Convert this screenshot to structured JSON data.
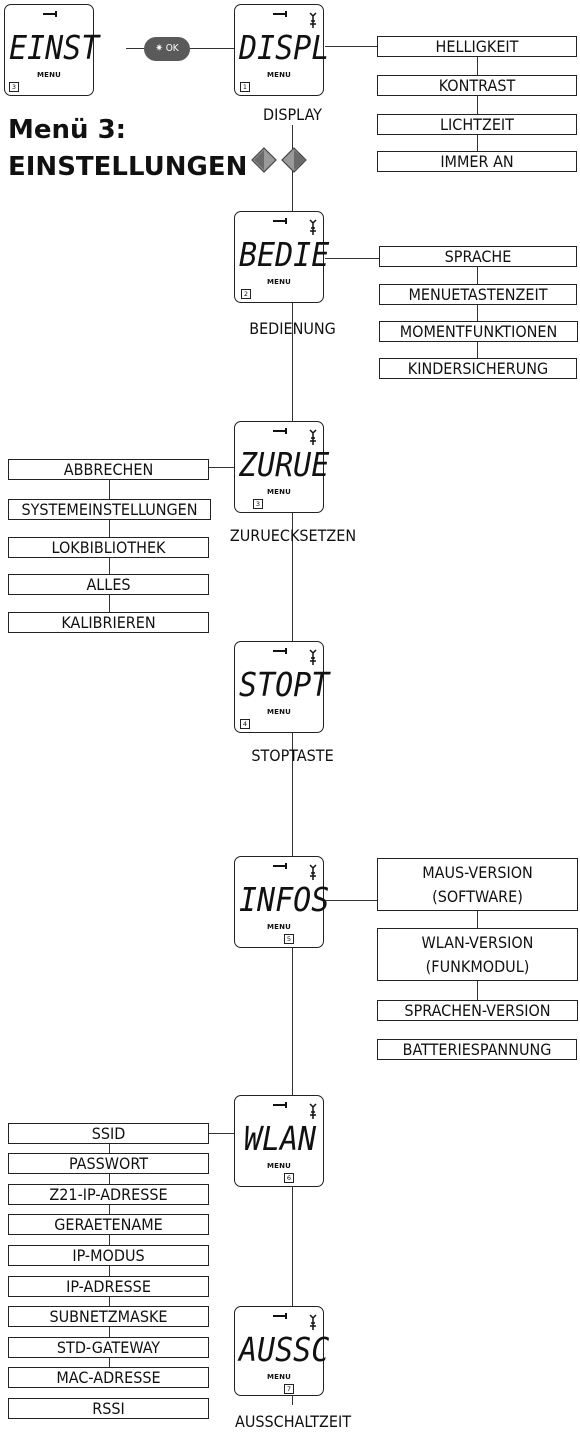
{
  "title": {
    "line1": "Menü 3:",
    "line2": "EINSTELLUNGEN"
  },
  "ok_button": {
    "label": "✷ OK"
  },
  "common": {
    "menu_label": "MENU"
  },
  "screens": {
    "einst": {
      "segment": "EINST",
      "num": "3",
      "caption": ""
    },
    "displ": {
      "segment": "DISPL",
      "num": "1",
      "caption": "DISPLAY"
    },
    "bedie": {
      "segment": "BEDIE",
      "num": "2",
      "caption": "BEDIENUNG"
    },
    "zurue": {
      "segment": "ZURUE",
      "num": "3",
      "caption": "ZURUECKSETZEN"
    },
    "stopt": {
      "segment": "STOPT",
      "num": "4",
      "caption": "STOPTASTE"
    },
    "infos": {
      "segment": "INFOS",
      "num": "5",
      "caption": ""
    },
    "wlan": {
      "segment": "WLAN",
      "num": "6",
      "caption": ""
    },
    "aussc": {
      "segment": "AUSSC",
      "num": "7",
      "caption": "AUSSCHALTZEIT"
    }
  },
  "options": {
    "display": [
      "HELLIGKEIT",
      "KONTRAST",
      "LICHTZEIT",
      "IMMER AN"
    ],
    "bedienung": [
      "SPRACHE",
      "MENUETASTENZEIT",
      "MOMENTFUNKTIONEN",
      "KINDERSICHERUNG"
    ],
    "zuruecksetzen": [
      "ABBRECHEN",
      "SYSTEMEINSTELLUNGEN",
      "LOKBIBLIOTHEK",
      "ALLES",
      "KALIBRIEREN"
    ],
    "infos": [
      "MAUS-VERSION\n(SOFTWARE)",
      "WLAN-VERSION\n(FUNKMODUL)",
      "SPRACHEN-VERSION",
      "BATTERIESPANNUNG"
    ],
    "wlan": [
      "SSID",
      "PASSWORT",
      "Z21-IP-ADRESSE",
      "GERAETENAME",
      "IP-MODUS",
      "IP-ADRESSE",
      "SUBNETZMASKE",
      "STD-GATEWAY",
      "MAC-ADRESSE",
      "RSSI"
    ]
  }
}
